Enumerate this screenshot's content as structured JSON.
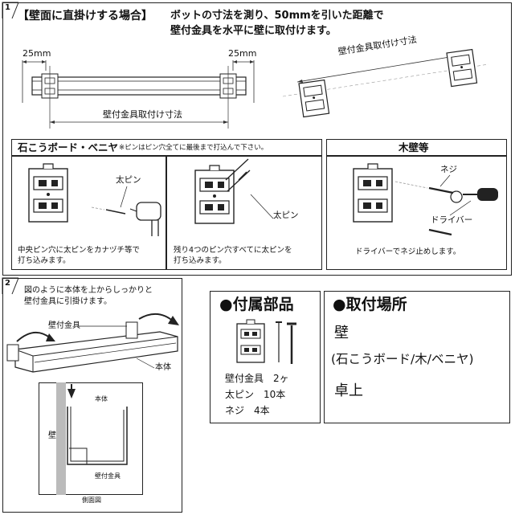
{
  "step1": {
    "number": "1",
    "heading": "【壁面に直掛けする場合】",
    "instruction_line1": "ボットの寸法を測り、50mmを引いた距離で",
    "instruction_line2": "壁付金具を水平に壁に取付けます。",
    "dim_left": "25mm",
    "dim_right": "25mm",
    "dim_bottom": "壁付金具取付け寸法",
    "dim_diagonal": "壁付金具取付け寸法"
  },
  "plaster": {
    "title": "石こうボード・ベニヤ",
    "note": "※ピンはピン穴全てに最後まで打込んで下さい。",
    "label_pin": "太ピン",
    "caption_left_1": "中央ピン穴に太ピンをカナヅチ等で",
    "caption_left_2": "打ち込みます。",
    "label_pin_right": "太ピン",
    "caption_right_1": "残り4つのピン穴すべてに太ピンを",
    "caption_right_2": "打ち込みます。"
  },
  "wood": {
    "title": "木壁等",
    "label_screw": "ネジ",
    "label_driver": "ドライバー",
    "caption": "ドライバーでネジ止めします。"
  },
  "step2": {
    "number": "2",
    "instruction_line1": "図のように本体を上からしっかりと",
    "instruction_line2": "壁付金具に引掛けます。",
    "label_bracket": "壁付金具",
    "label_body": "本体",
    "side_label_body": "本体",
    "side_label_wall": "壁",
    "side_label_bracket": "壁付金具",
    "side_caption": "側面図"
  },
  "parts": {
    "title": "●付属部品",
    "line1": "壁付金具　2ヶ",
    "line2": "太ピン　10本",
    "line3": "ネジ　4本"
  },
  "location": {
    "title": "●取付場所",
    "line1": "壁",
    "line2": "(石こうボード/木/ベニヤ)",
    "line3": "卓上"
  }
}
